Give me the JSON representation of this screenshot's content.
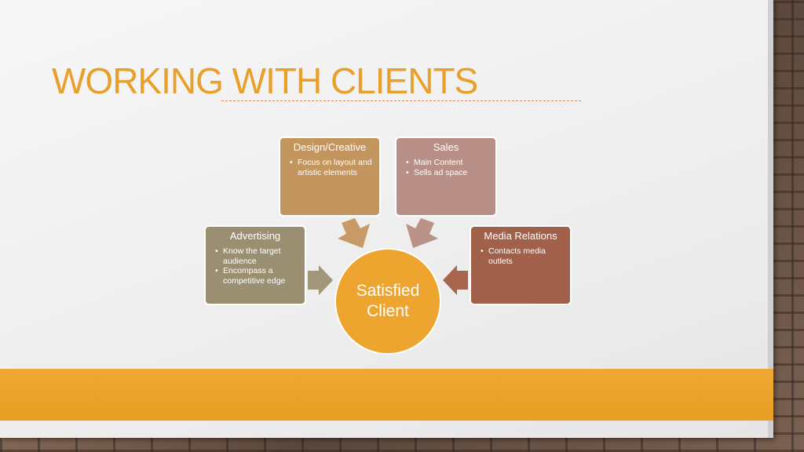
{
  "slide": {
    "title": "WORKING WITH CLIENTS"
  },
  "diagram": {
    "center": "Satisfied Client",
    "nodes": [
      {
        "title": "Design/Creative",
        "bullets": [
          "Focus on layout and artistic elements"
        ]
      },
      {
        "title": "Sales",
        "bullets": [
          "Main Content",
          "Sells ad space"
        ]
      },
      {
        "title": "Advertising",
        "bullets": [
          "Know the target audience",
          "Encompass a competitive edge"
        ]
      },
      {
        "title": "Media Relations",
        "bullets": [
          "Contacts media outlets"
        ]
      }
    ]
  },
  "colors": {
    "accent": "#e9a02a",
    "design": "#c4965f",
    "sales": "#b88f86",
    "advertising": "#9a9071",
    "media": "#a0604a",
    "center": "#eea52f"
  }
}
